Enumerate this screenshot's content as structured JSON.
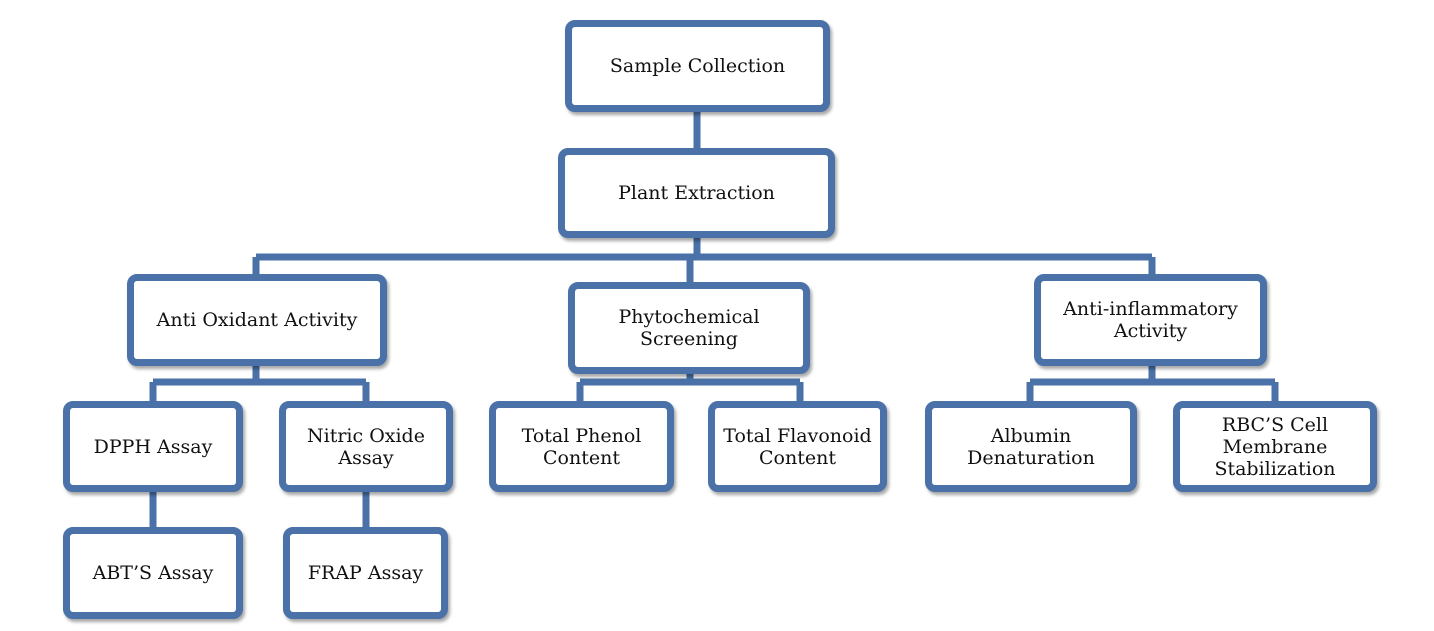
{
  "diagram": {
    "nodes": {
      "sample_collection": "Sample Collection",
      "plant_extraction": "Plant Extraction",
      "anti_oxidant_activity": "Anti Oxidant Activity",
      "phytochemical_screening": "Phytochemical\nScreening",
      "anti_inflammatory_activity": "Anti-inflammatory\nActivity",
      "dpph_assay": "DPPH Assay",
      "nitric_oxide_assay": "Nitric Oxide\nAssay",
      "abts_assay": "ABT’S Assay",
      "frap_assay": "FRAP Assay",
      "total_phenol_content": "Total Phenol\nContent",
      "total_flavonoid_content": "Total Flavonoid\nContent",
      "albumin_denaturation": "Albumin\nDenaturation",
      "rbc_membrane_stabilization": "RBC’S Cell\nMembrane\nStabilization"
    },
    "colors": {
      "border": "#4a72a8",
      "text": "#111111",
      "background": "#ffffff"
    }
  }
}
